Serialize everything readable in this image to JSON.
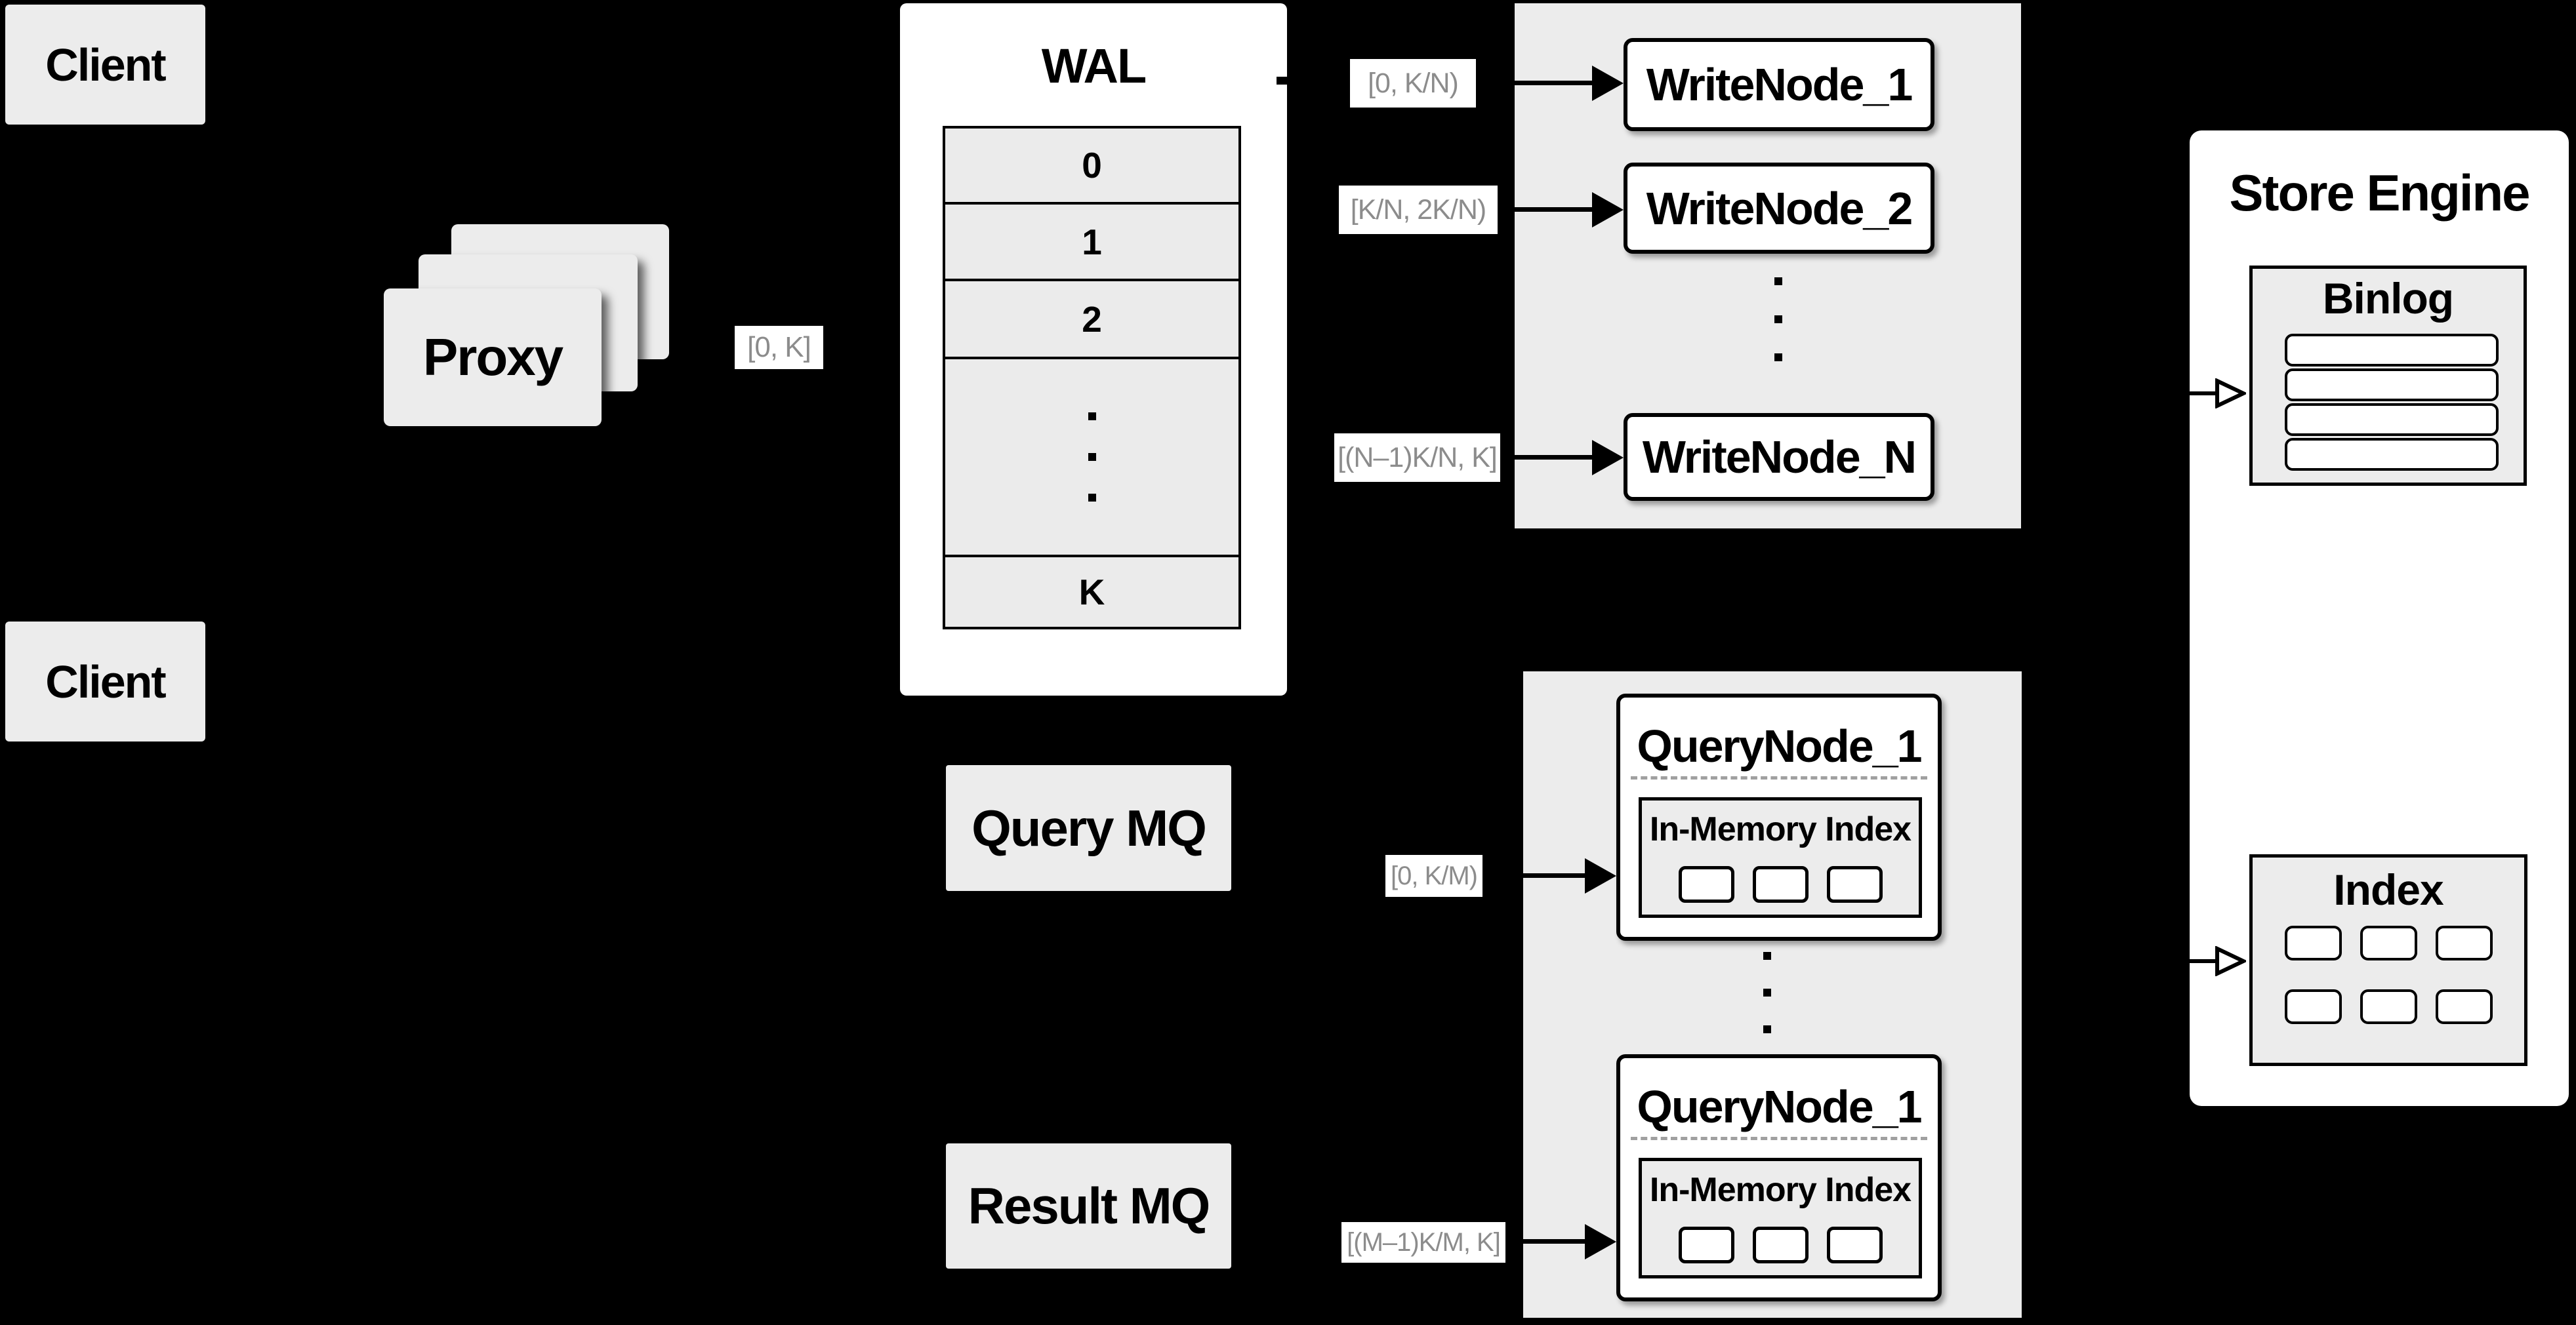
{
  "clients": {
    "top": "Client",
    "bottom": "Client"
  },
  "proxy": {
    "label": "Proxy",
    "range_label": "[0, K]"
  },
  "wal": {
    "title": "WAL",
    "rows": [
      "0",
      "1",
      "2",
      "K"
    ]
  },
  "write_nodes": {
    "node_1": "WriteNode_1",
    "node_2": "WriteNode_2",
    "node_n": "WriteNode_N",
    "range_label_1": "[0, K/N)",
    "range_label_2": "[K/N, 2K/N)",
    "range_label_n": "[(N–1)K/N, K]"
  },
  "message_queues": {
    "query_mq": "Query MQ",
    "result_mq": "Result MQ"
  },
  "query_nodes": {
    "node_top": {
      "title": "QueryNode_1",
      "inner_title": "In-Memory Index"
    },
    "node_bottom": {
      "title": "QueryNode_1",
      "inner_title": "In-Memory Index"
    },
    "range_label_top": "[0, K/M)",
    "range_label_bottom": "[(M–1)K/M, K]"
  },
  "store_engine": {
    "title": "Store Engine",
    "binlog_title": "Binlog",
    "index_title": "Index"
  },
  "colors": {
    "background": "#000000",
    "panel_gray": "#ececec",
    "box_white": "#ffffff",
    "line_black": "#000000",
    "range_label_text": "#8c8c8c",
    "dashed_divider": "#a0a0a0"
  }
}
